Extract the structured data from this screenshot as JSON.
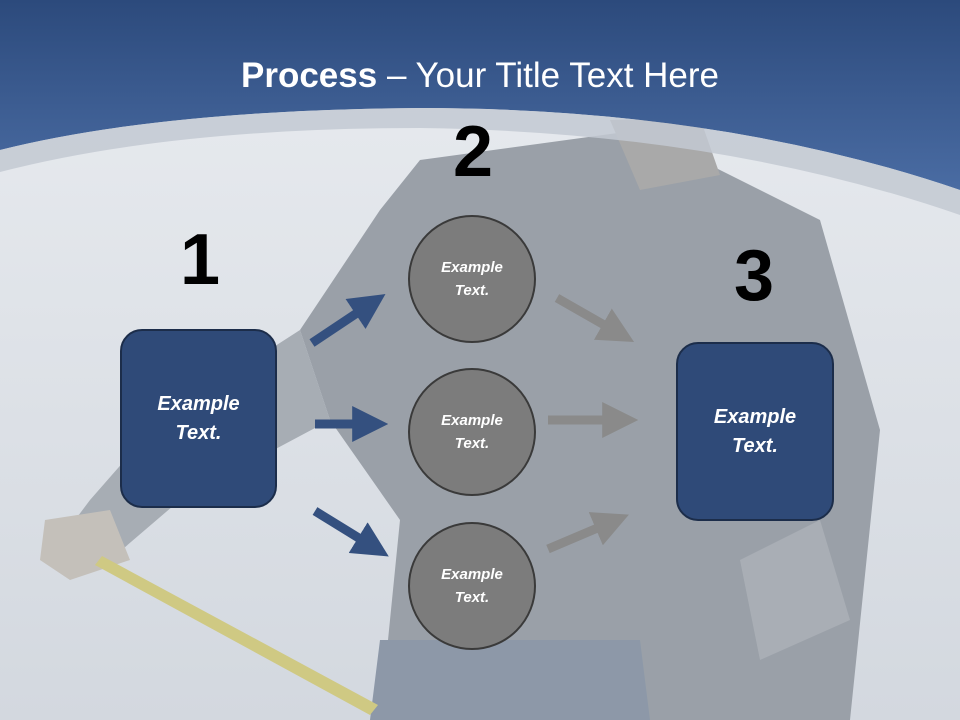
{
  "title": {
    "bold": "Process",
    "rest": " – Your Title Text Here"
  },
  "steps": [
    {
      "number": "1",
      "label": "Example Text."
    },
    {
      "number": "2",
      "labels": [
        "Example Text.",
        "Example Text.",
        "Example Text."
      ]
    },
    {
      "number": "3",
      "label": "Example Text."
    }
  ],
  "colors": {
    "header_blue": "#3d5f95",
    "box_blue": "#2f4a78",
    "circle_gray": "#7c7c7c",
    "arrow_blue": "#34507f",
    "arrow_gray": "#8a8a8a"
  }
}
